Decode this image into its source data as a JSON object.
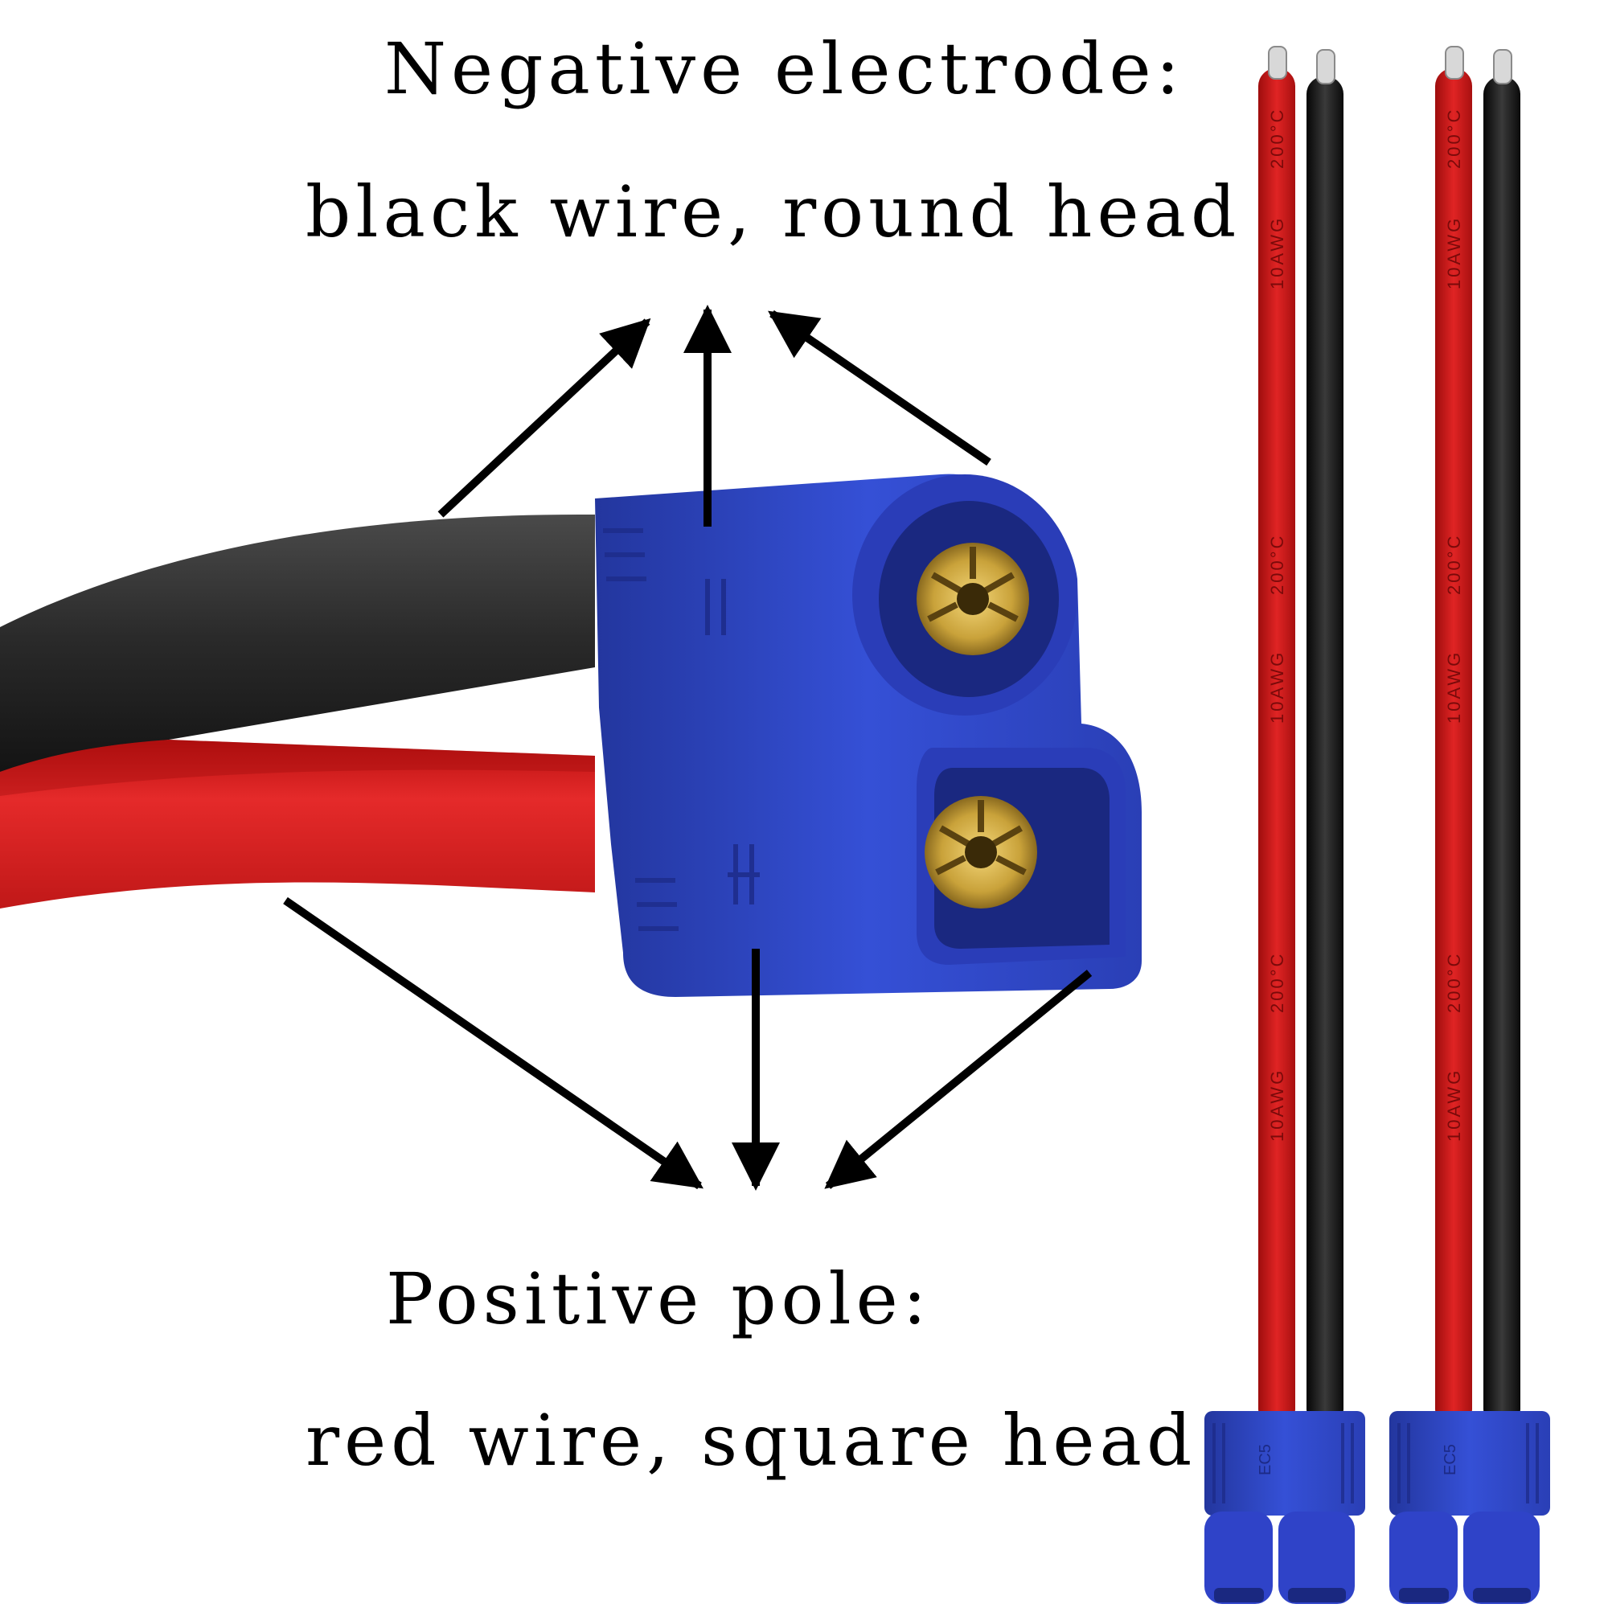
{
  "negative": {
    "title": "Negative electrode:",
    "description": "black wire, round head"
  },
  "positive": {
    "title": "Positive pole:",
    "description": "red wire, square head"
  },
  "wire_print": {
    "gauge": "10AWG",
    "temperature": "200°C"
  },
  "connector_print": "EC5",
  "colors": {
    "connector_blue": "#2f43c8",
    "wire_red": "#d11a1a",
    "wire_black": "#1c1c1c",
    "pin_gold": "#c9a23a",
    "background": "#ffffff"
  },
  "icons": [
    "arrow-icon",
    "connector-icon",
    "wire-icon"
  ]
}
